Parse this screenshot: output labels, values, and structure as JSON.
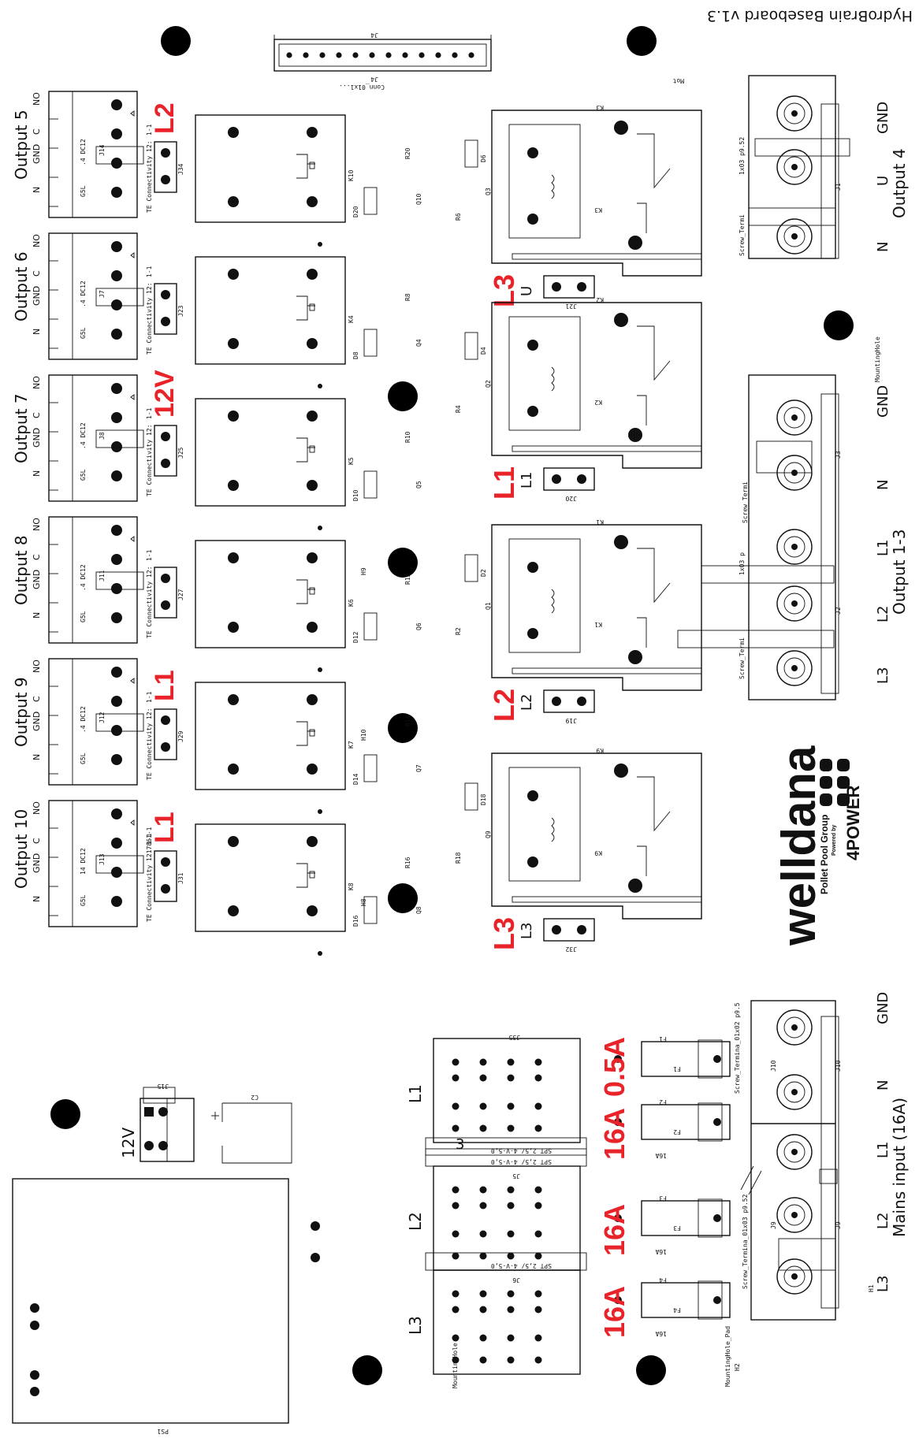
{
  "board_title": "HydroBrain Baseboard v1.3",
  "outputs": [
    {
      "label": "Output 5",
      "conn": "J14",
      "jumper": "J34",
      "phase": "L2",
      "relay": "K10",
      "diode": "D20",
      "transistor": "Q10",
      "resistor": "R20"
    },
    {
      "label": "Output 6",
      "conn": "J7",
      "jumper": "J23",
      "phase": "",
      "relay": "K4",
      "diode": "D8",
      "transistor": "Q4",
      "resistor": "R8"
    },
    {
      "label": "Output 7",
      "conn": "J8",
      "jumper": "J25",
      "phase": "12V",
      "relay": "K5",
      "diode": "D10",
      "transistor": "Q5",
      "resistor": "R10"
    },
    {
      "label": "Output 8",
      "conn": "J11",
      "jumper": "J27",
      "phase": "",
      "relay": "K6",
      "diode": "D12",
      "transistor": "Q6",
      "resistor": "R12"
    },
    {
      "label": "Output 9",
      "conn": "J12",
      "jumper": "J29",
      "phase": "L1",
      "relay": "K7",
      "diode": "D14",
      "transistor": "Q7",
      "resistor": "R14"
    },
    {
      "label": "Output 10",
      "conn": "J13",
      "jumper": "J31",
      "phase": "L1",
      "relay": "K8",
      "diode": "D16",
      "transistor": "Q8",
      "resistor": "R16"
    }
  ],
  "terminal_pins": [
    "N",
    "GND",
    "C",
    "NO"
  ],
  "conn_silk": [
    "G5L",
    ".4 DC12",
    "TE Connectivity 12:",
    "1-1"
  ],
  "conn_silk_alt": "14 DC12",
  "conn_silk_alt2": "TE Connectivity 1217861-1",
  "big_relays": [
    {
      "ref": "K3",
      "jumper": "J21",
      "phase": "L3",
      "jumper_label": "U",
      "diode": "D6",
      "transistor": "Q3",
      "resistor": "R6"
    },
    {
      "ref": "K2",
      "jumper": "J20",
      "phase": "L1",
      "jumper_label": "L1",
      "diode": "D4",
      "transistor": "Q2",
      "resistor": "R4"
    },
    {
      "ref": "K1",
      "jumper": "J19",
      "phase": "L2",
      "jumper_label": "L2",
      "diode": "D2",
      "transistor": "Q1",
      "resistor": "R2"
    },
    {
      "ref": "K9",
      "jumper": "J32",
      "phase": "L3",
      "jumper_label": "L3",
      "diode": "D18",
      "transistor": "Q9",
      "resistor": "R18"
    }
  ],
  "output4": {
    "title": "Output 4",
    "pins": [
      "N",
      "U",
      "GND"
    ],
    "ref": "J1",
    "silk": "Screw_Termi",
    "silk2": "1x03 p9.52"
  },
  "output13": {
    "title": "Output 1-3",
    "pins": [
      "L3",
      "L2",
      "L1",
      "N",
      "GND"
    ],
    "refs": [
      "J2",
      "J3"
    ],
    "silk": "Screw_Termi",
    "silk2": "1x03 p"
  },
  "mains": {
    "title": "Mains input (16A)",
    "pins": [
      "L3",
      "L2",
      "L1",
      "N",
      "GND"
    ],
    "refs": [
      "J9",
      "J10"
    ],
    "silk": "Screw_Termina_01x03 p9.52",
    "silk2": "Screw_Termina_01x02 p9.5"
  },
  "fuses": [
    {
      "ref": "F1",
      "rating": "0.5A",
      "silk": ""
    },
    {
      "ref": "F2",
      "rating": "16A",
      "silk": "16A"
    },
    {
      "ref": "F3",
      "rating": "16A",
      "silk": "16A"
    },
    {
      "ref": "F4",
      "rating": "16A",
      "silk": "16A"
    }
  ],
  "distribution": [
    {
      "phase": "L1",
      "ref": "J35",
      "silk": "SPT 2,5/ 4-V-5,0"
    },
    {
      "phase": "L2",
      "ref": "J5",
      "silk": "SPT 2,5/ 4-V-5,0",
      "extra": "3"
    },
    {
      "phase": "L3",
      "ref": "J6",
      "silk": "SPT 2,5/ 4-V-5,0"
    }
  ],
  "power": {
    "label": "12V",
    "ref": "J15",
    "cap": "C2",
    "psu": "PS1"
  },
  "header": {
    "ref": "J4",
    "silk": "Conn_01x1..."
  },
  "holes": {
    "mounting": "MountingHole",
    "pad": "MountingHole_Pad",
    "h1": "H1",
    "h2": "H2",
    "h8": "H8",
    "h9": "H9",
    "h10": "H10",
    "mot": "Mot"
  },
  "logo": {
    "brand": "welldana",
    "group": "Pollet Pool Group",
    "powered": "Powered by",
    "power": "4POWER"
  },
  "colors": {
    "accent": "#e8232a",
    "ink": "#111111"
  }
}
